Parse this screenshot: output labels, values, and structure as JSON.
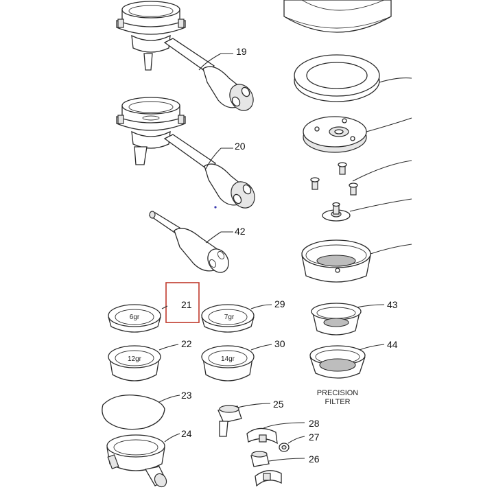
{
  "parts": {
    "p19": "19",
    "p20": "20",
    "p42": "42",
    "p21": "21",
    "p29": "29",
    "p22": "22",
    "p30": "30",
    "p23": "23",
    "p24": "24",
    "p25": "25",
    "p28": "28",
    "p27": "27",
    "p26": "26",
    "p43": "43",
    "p44": "44"
  },
  "baskets": {
    "b6": "6gr",
    "b7": "7gr",
    "b12": "12gr",
    "b14": "14gr"
  },
  "caption": {
    "line1": "PRECISION",
    "line2": "FILTER"
  },
  "colors": {
    "highlight": "#c0392b",
    "line": "#2a2a2a"
  }
}
